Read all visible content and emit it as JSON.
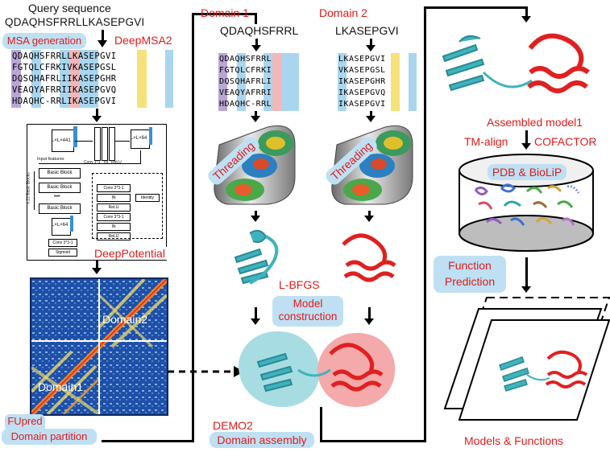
{
  "query": {
    "label": "Query sequence",
    "sequence": "QDAQHSFRRLLKASEPGVI"
  },
  "msa_generation_label": "MSA generation",
  "deepmsa_label": "DeepMSA2",
  "msa_full": [
    "QDAQHSFRRLLKASEPGVI",
    "FGTQLCFRKIVKASEPGSL",
    "DQSQHAFRLIIKASEPGHR",
    "VEAQYAFRRIIKASEPGVQ",
    "HDAQHC-RRLIKASEPGVI"
  ],
  "msa_domain1": [
    "QDAQHSFRRL",
    "FGTQLCFRKI",
    "DQSQHAFRLI",
    "VEAQYAFRRI",
    "HDAQHC-RRL"
  ],
  "msa_domain2": [
    "LKASEPGVI",
    "VKASEPGSL",
    "IKASEPGHR",
    "IKASEPGVQ",
    "IKASEPGVI"
  ],
  "network": {
    "input_top": "L×L×441",
    "input_bottom": "L×L×64",
    "input_features": "Input features",
    "basic_block_1": "Basic Block",
    "basic_block_2": "Basic Block",
    "ellipsis": "•••",
    "basic_block_3": "Basic Block",
    "blocks_label": "x 22 Basic Blocks",
    "conv1": "Conv 3*3-1",
    "in1": "IN",
    "relu1": "ReLU",
    "conv2": "Conv 3*3-1",
    "in2": "IN",
    "relu2": "ReLU",
    "identity": "Identity",
    "output_dim": "L×L×64",
    "conv_out": "Conv 3*3-1",
    "sigmoid": "Sigmoid",
    "cols": [
      "Conv 1*1",
      "IN",
      "ReLU"
    ]
  },
  "deeppotential_label": "DeepPotential",
  "contact_map": {
    "domain1_label": "Domain1",
    "domain2_label": "Domain2"
  },
  "fupred_label": "FUpred",
  "domain_partition_label": "Domain partition",
  "domain1": {
    "title": "Domain 1",
    "sequence": "QDAQHSFRRL"
  },
  "domain2": {
    "title": "Domain 2",
    "sequence": "LKASEPGVI"
  },
  "threading_label_1": "Threading",
  "threading_label_2": "Threading",
  "lbfgs_label": "L-BFGS",
  "model_construction_label": "Model construction",
  "demo2_label": "DEMO2",
  "domain_assembly_label": "Domain assembly",
  "assembled_model_label": "Assembled model1",
  "tmalign_label": "TM-align",
  "cofactor_label": "COFACTOR",
  "database_label": "PDB & BioLiP",
  "function_prediction_label": "Function Prediction",
  "models_functions_label": "Models & Functions",
  "colors": {
    "red_text": "#e01b1b",
    "pill": "#bfe0f3",
    "domain1_protein": "#3fb3bd",
    "domain2_protein": "#e02020",
    "contact_map": "#1f4fa8"
  }
}
